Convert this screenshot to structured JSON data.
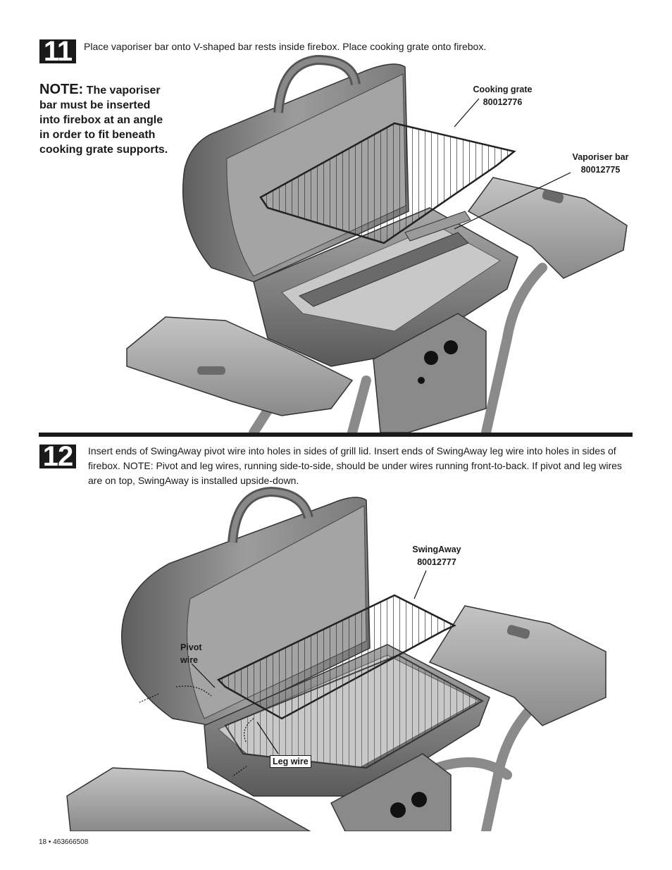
{
  "step11": {
    "number": "11",
    "instruction": "Place vaporiser bar onto V-shaped bar rests inside firebox. Place cooking grate onto firebox.",
    "note_head": "NOTE:",
    "note_body": " The vaporiser bar must be inserted into firebox at an angle in order to fit beneath cooking grate supports.",
    "callouts": {
      "cooking_grate_name": "Cooking grate",
      "cooking_grate_part": "80012776",
      "vaporiser_bar_name": "Vaporiser bar",
      "vaporiser_bar_part": "80012775"
    }
  },
  "step12": {
    "number": "12",
    "instruction": "Insert ends of SwingAway pivot wire into holes in sides of grill lid. Insert ends of SwingAway leg wire into holes in sides of firebox. NOTE: Pivot and leg wires, running side-to-side, should be under wires running front-to-back. If pivot and leg wires are on top, SwingAway is installed upside-down.",
    "callouts": {
      "swingaway_name": "SwingAway",
      "swingaway_part": "80012777",
      "pivot_wire_line1": "Pivot",
      "pivot_wire_line2": "wire",
      "leg_wire": "Leg wire"
    }
  },
  "footer": {
    "page_number": "18",
    "separator": "•",
    "doc_number": "463666508"
  }
}
